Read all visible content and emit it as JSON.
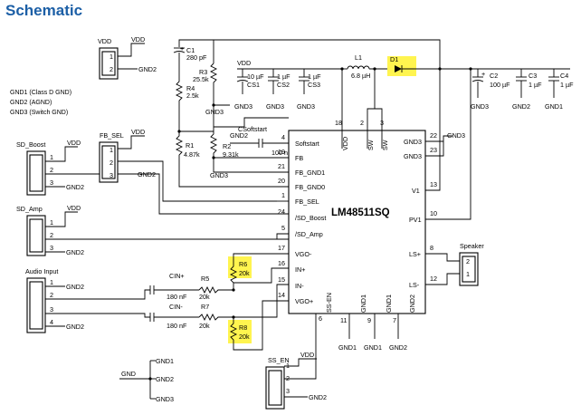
{
  "title": "Schematic",
  "colors": {
    "title": "#1c5fa6",
    "highlight": "#fff44f",
    "wire": "#000000"
  },
  "notes": [
    "GND1 (Class D GND)",
    "GND2 (AGND)",
    "GND3 (Switch GND)"
  ],
  "chip": {
    "name": "LM48511SQ",
    "top_pins": [
      {
        "num": "18",
        "name": "VDD"
      },
      {
        "num": "2",
        "name": "SW"
      },
      {
        "num": "3",
        "name": "SW"
      }
    ],
    "left_pins": [
      {
        "num": "4",
        "name": "Softstart"
      },
      {
        "num": "19",
        "name": "FB"
      },
      {
        "num": "21",
        "name": "FB_GND1"
      },
      {
        "num": "20",
        "name": "FB_GND0"
      },
      {
        "num": "1",
        "name": "FB_SEL"
      },
      {
        "num": "24",
        "name": "/SD_Boost"
      },
      {
        "num": "5",
        "name": "/SD_Amp"
      },
      {
        "num": "17",
        "name": "VGO-"
      },
      {
        "num": "16",
        "name": "IN+"
      },
      {
        "num": "15",
        "name": "IN-"
      },
      {
        "num": "14",
        "name": "VGO+"
      }
    ],
    "right_pins": [
      {
        "num": "22",
        "name": "GND3"
      },
      {
        "num": "23",
        "name": "GND3"
      },
      {
        "num": "13",
        "name": "V1"
      },
      {
        "num": "10",
        "name": "PV1"
      },
      {
        "num": "8",
        "name": "LS+"
      },
      {
        "num": "12",
        "name": "LS-"
      }
    ],
    "bottom_pins": [
      {
        "num": "6",
        "name": "SS-EN"
      },
      {
        "num": "11",
        "name": "GND1"
      },
      {
        "num": "9",
        "name": "GND1"
      },
      {
        "num": "7",
        "name": "GND2"
      }
    ],
    "right_gnd3_net": "GND3",
    "bottom_gnd_labels": [
      "GND1",
      "GND1",
      "GND2"
    ]
  },
  "connectors": {
    "vdd_top": {
      "pins": [
        "1",
        "2"
      ],
      "nets": [
        "VDD",
        "GND2"
      ]
    },
    "sd_boost": {
      "label": "SD_Boost",
      "pins": [
        "1",
        "2",
        "3"
      ],
      "nets": [
        "VDD",
        "GND2"
      ]
    },
    "fb_sel": {
      "label": "FB_SEL",
      "pins": [
        "1",
        "2",
        "3"
      ],
      "nets": [
        "VDD",
        "GND2"
      ]
    },
    "sd_amp": {
      "label": "SD_Amp",
      "pins": [
        "1",
        "2",
        "3"
      ],
      "nets": [
        "VDD",
        "GND2"
      ]
    },
    "audio_input": {
      "label": "Audio Input",
      "pins": [
        "1",
        "2",
        "3",
        "4"
      ],
      "nets": [
        "GND2",
        "GND2"
      ]
    },
    "speaker": {
      "label": "Speaker",
      "pins": [
        "2",
        "1"
      ]
    },
    "ss_en": {
      "label": "SS_EN",
      "pins": [
        "1",
        "2",
        "3"
      ],
      "nets": [
        "VDD",
        "GND2"
      ]
    }
  },
  "gnd_junction": {
    "net": "GND",
    "labels": [
      "GND1",
      "GND2",
      "GND3"
    ]
  },
  "components": {
    "c1": {
      "name": "C1",
      "value": "280 pF"
    },
    "r3": {
      "name": "R3",
      "value": "25.5k"
    },
    "r4": {
      "name": "R4",
      "value": "2.5k"
    },
    "r1": {
      "name": "R1",
      "value": "4.87k"
    },
    "r2": {
      "name": "R2",
      "value": "9.31k"
    },
    "csoft": {
      "name": "CSoftstart",
      "value": "100 nF"
    },
    "cs1": {
      "name": "CS1",
      "value": "10 µF"
    },
    "cs2": {
      "name": "CS2",
      "value": "1 µF"
    },
    "cs3": {
      "name": "CS3",
      "value": "1 µF"
    },
    "l1": {
      "name": "L1",
      "value": "6.8 µH"
    },
    "d1": {
      "name": "D1"
    },
    "c2": {
      "name": "C2",
      "value": "100 µF"
    },
    "c3": {
      "name": "C3",
      "value": "1 µF"
    },
    "c4": {
      "name": "C4",
      "value": "1 µF"
    },
    "r6": {
      "name": "R6",
      "value": "20k"
    },
    "r5": {
      "name": "R5",
      "value": "20k"
    },
    "cinp": {
      "name": "CIN+",
      "value": "180 nF"
    },
    "cinn": {
      "name": "CIN-",
      "value": "180 nF"
    },
    "r7": {
      "name": "R7",
      "value": "20k"
    },
    "r8": {
      "name": "R8",
      "value": "20k"
    }
  },
  "nets": {
    "vdd_cs": "VDD",
    "gnd3_cs": [
      "GND3",
      "GND3",
      "GND3"
    ],
    "gnd3_r3": "GND3",
    "gnd2_r2": "GND2",
    "gnd3_r2": "GND3",
    "gnd3_c2": "GND3",
    "gnd2_c3": "GND2",
    "gnd1_c4": "GND1"
  }
}
